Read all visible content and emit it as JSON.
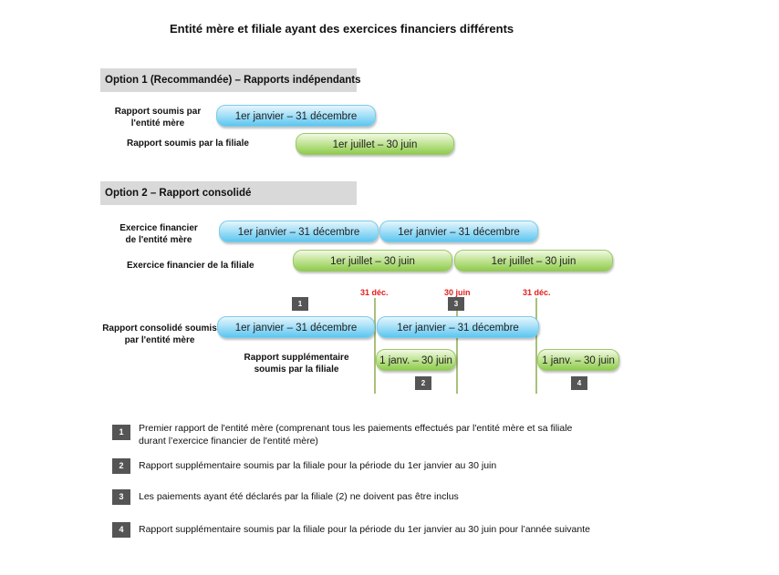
{
  "title": "Entité mère et filiale ayant des exercices financiers différents",
  "option1": {
    "header": "Option 1 (Recommandée) – Rapports indépendants",
    "parent_label": "Rapport soumis par l'entité mère",
    "parent_label_line1": "Rapport soumis par",
    "parent_label_line2": "l'entité mère",
    "parent_period": "1er janvier – 31 décembre",
    "sub_label": "Rapport soumis par la filiale",
    "sub_period": "1er juillet – 30 juin"
  },
  "option2": {
    "header": "Option 2 – Rapport consolidé",
    "parent_fy_label_line1": "Exercice financier",
    "parent_fy_label_line2": "de l'entité mère",
    "parent_fy_periods": [
      "1er janvier – 31 décembre",
      "1er janvier – 31 décembre"
    ],
    "sub_fy_label": "Exercice financier de la filiale",
    "sub_fy_periods": [
      "1er juillet – 30 juin",
      "1er juillet – 30 juin"
    ],
    "markers": [
      "31 déc.",
      "30 juin",
      "31 déc."
    ],
    "consolidated_label_line1": "Rapport consolidé soumis",
    "consolidated_label_line2": "par l'entité mère",
    "consolidated_periods": [
      "1er janvier – 31 décembre",
      "1er janvier – 31 décembre"
    ],
    "supplementary_label_line1": "Rapport supplémentaire",
    "supplementary_label_line2": "soumis par la filiale",
    "supplementary_periods": [
      "1 janv. – 30 juin",
      "1 janv. – 30 juin"
    ],
    "badges": [
      "1",
      "2",
      "3",
      "4"
    ]
  },
  "legend": [
    {
      "num": "1",
      "line1": "Premier rapport de l'entité mère (comprenant tous les paiements effectués par l'entité mère et sa filiale",
      "line2": "durant l’exercice financier de l'entité mère)"
    },
    {
      "num": "2",
      "line1": "Rapport supplémentaire soumis par la filiale pour la période du 1er janvier au 30 juin",
      "line2": ""
    },
    {
      "num": "3",
      "line1": "Les paiements ayant été déclarés par la filiale (2) ne doivent pas être inclus",
      "line2": ""
    },
    {
      "num": "4",
      "line1": "Rapport supplémentaire soumis par la filiale pour la période du 1er janvier au 30 juin pour l’année suivante",
      "line2": ""
    }
  ],
  "colors": {
    "blue_pill": "#5cc6f0",
    "green_pill": "#8fcc4d",
    "marker_red": "#e02020",
    "badge": "#555555",
    "section_bar": "#d9d9d9"
  }
}
